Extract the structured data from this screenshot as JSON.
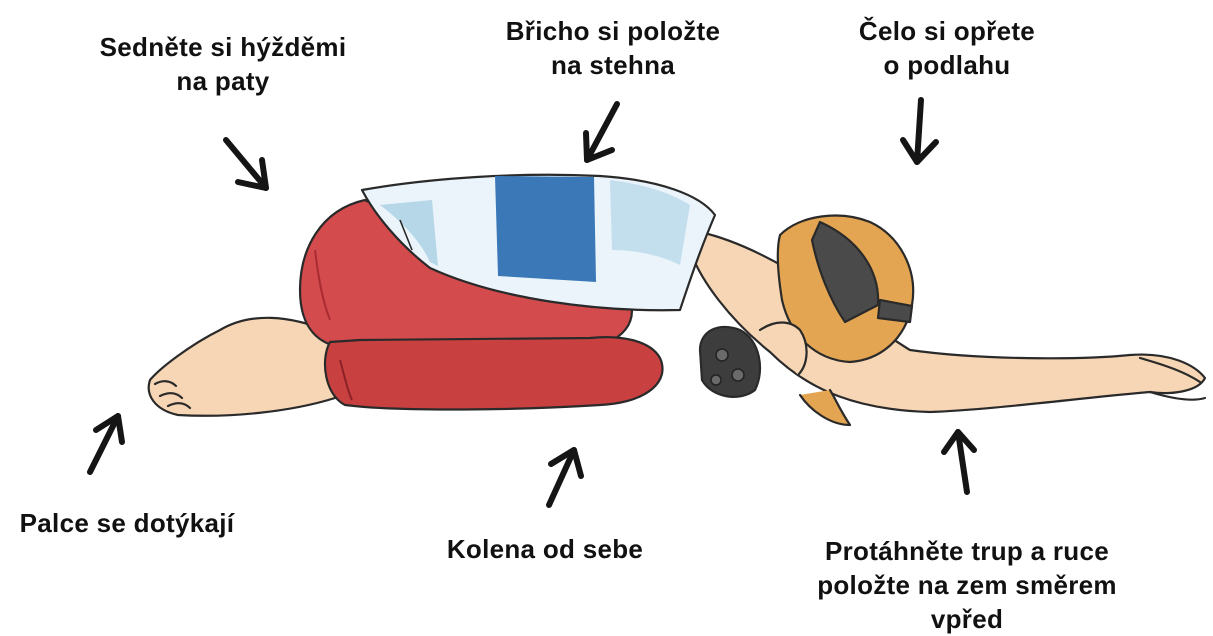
{
  "labels": {
    "sit_on_heels": "Sedněte si hýžděmi\nna paty",
    "belly_on_thighs": "Břicho si položte\nna stehna",
    "forehead_on_floor": "Čelo si opřete\no podlahu",
    "thumbs_touch": "Palce se dotýkají",
    "knees_apart": "Kolena od sebe",
    "stretch_arms": "Protáhněte trup a ruce\npoložte na zem směrem\nvpřed"
  },
  "colors": {
    "leggings": "#d44b4e",
    "leggings_shade": "#b93238",
    "shirt_stripe_blue": "#3a78b8",
    "shirt_stripe_light": "#a9cfe4",
    "skin": "#f6d6b4",
    "hair": "#e3a552",
    "mask": "#4a4a4a",
    "ink": "#111111"
  },
  "icons": [
    "arrow-down-right-icon",
    "arrow-down-left-icon",
    "arrow-down-icon",
    "arrow-up-right-icon",
    "arrow-up-icon"
  ]
}
